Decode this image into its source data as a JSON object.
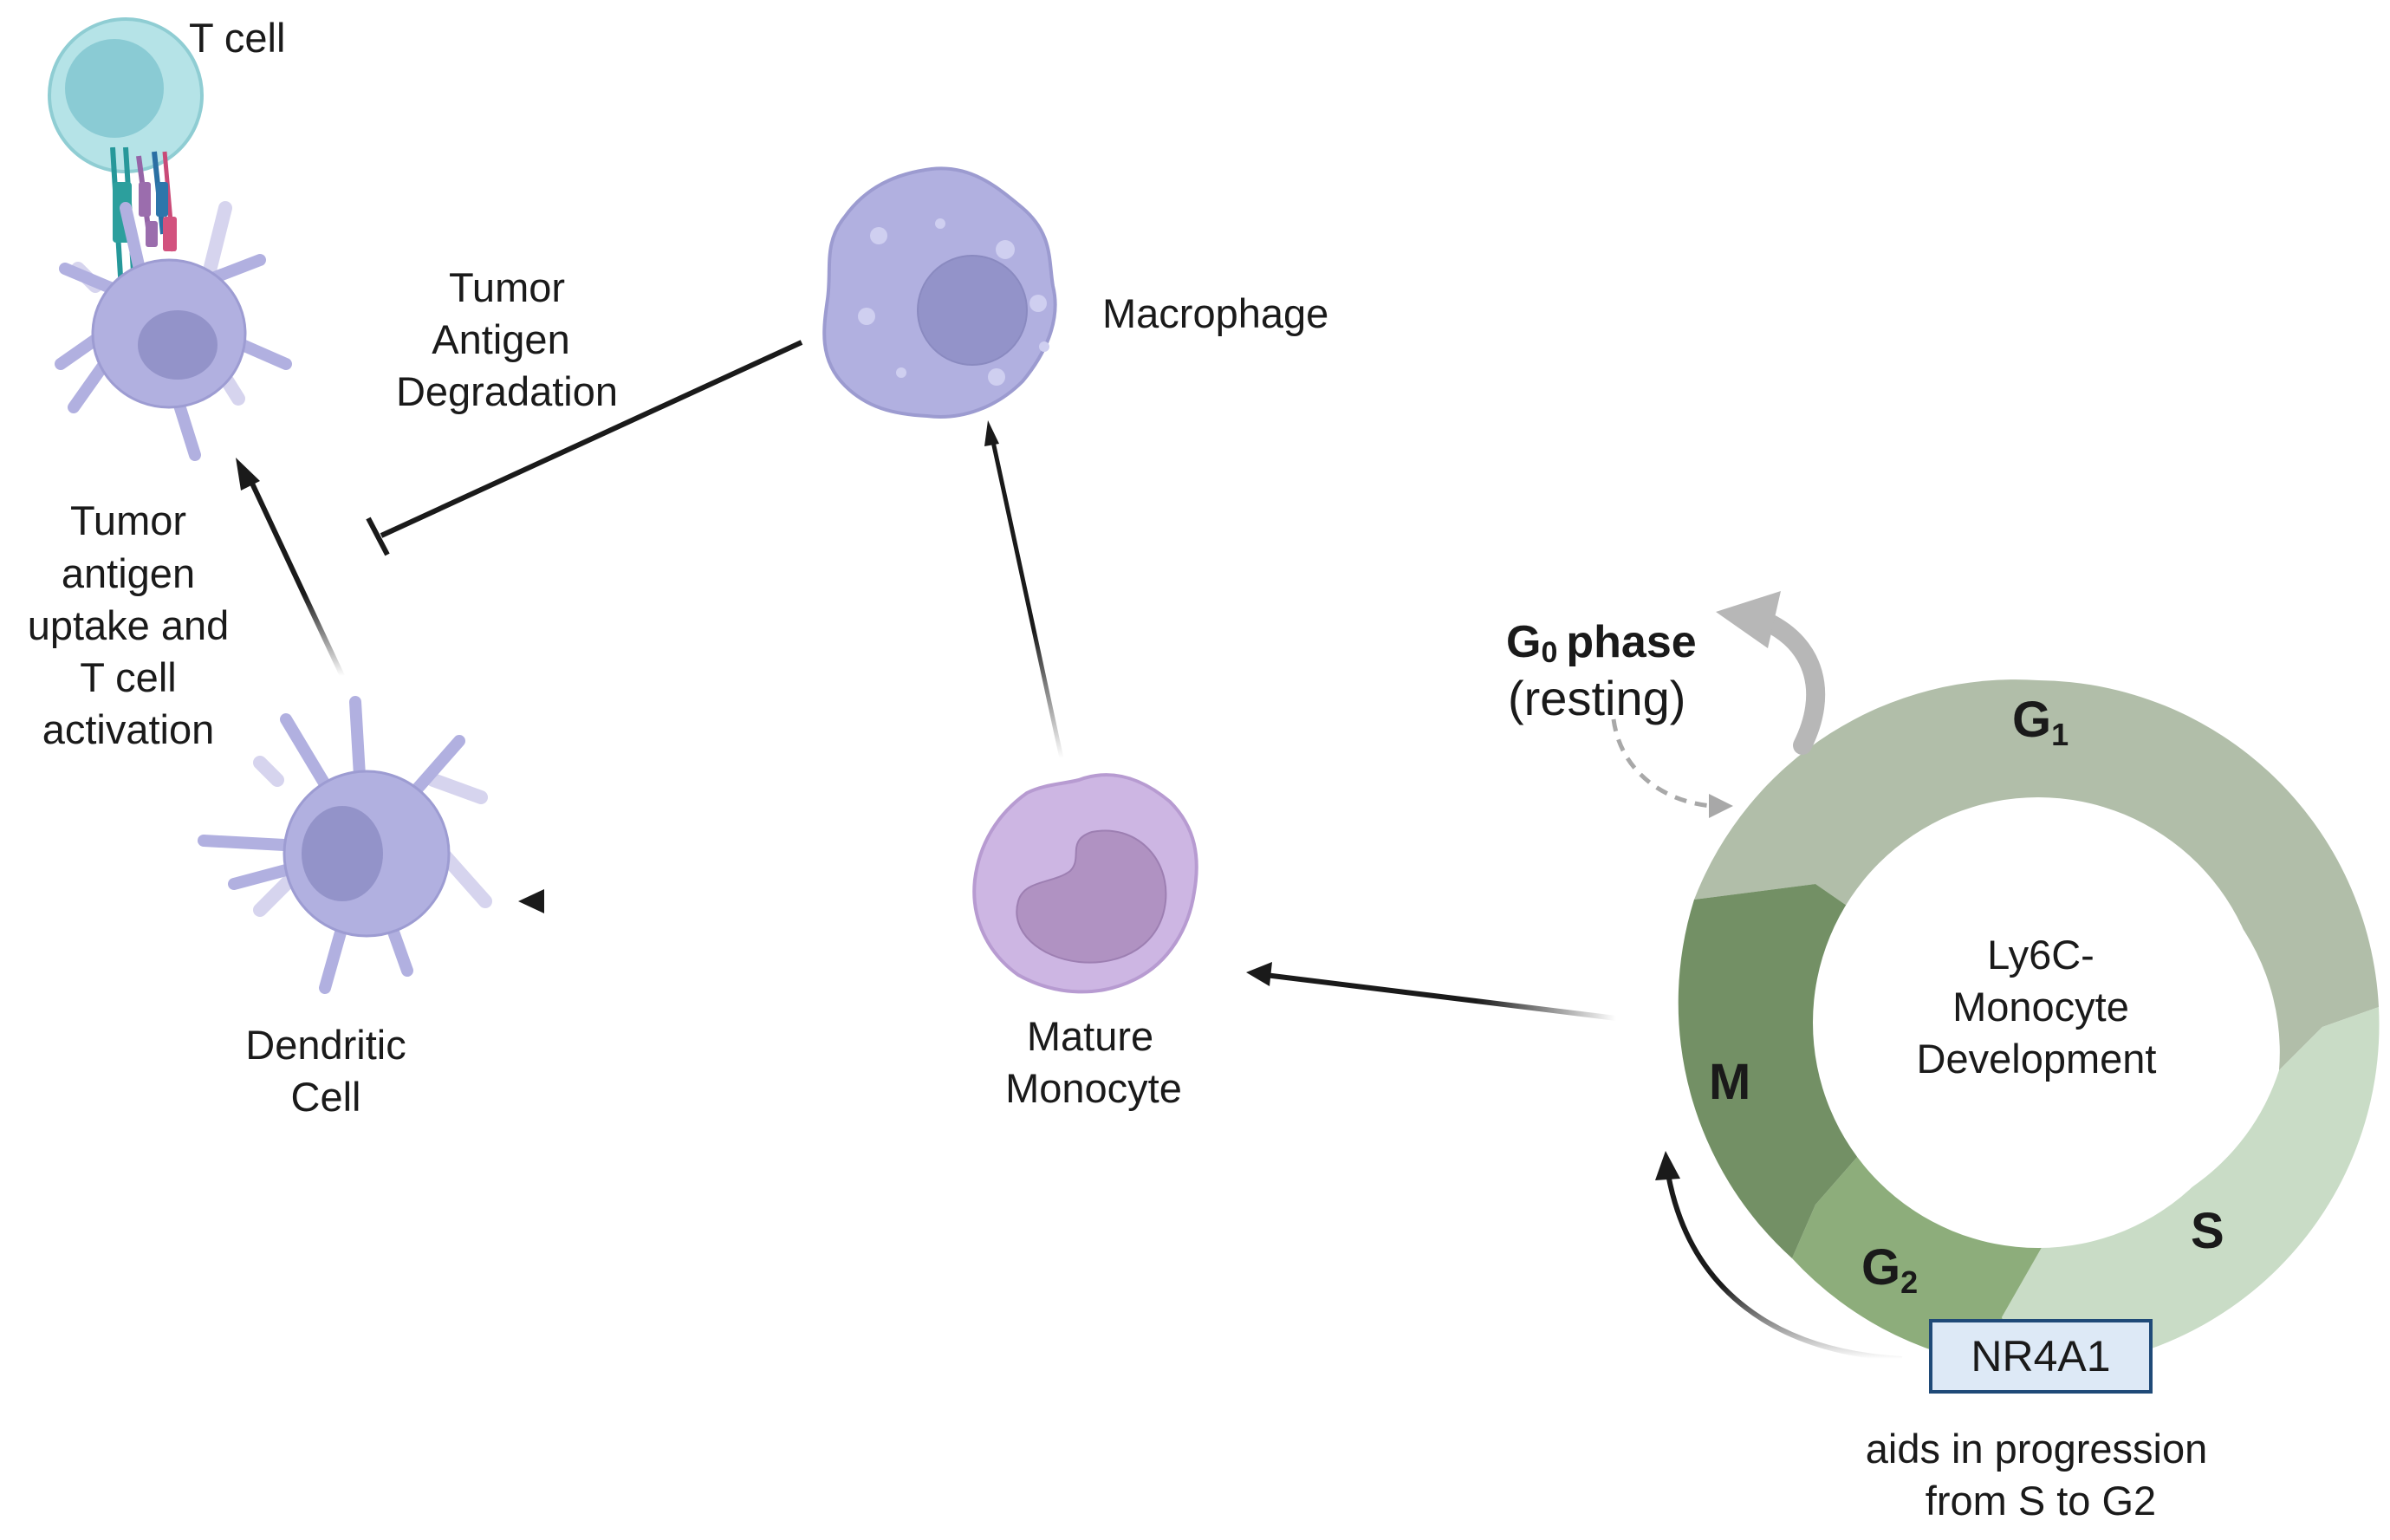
{
  "labels": {
    "t_cell": "T cell",
    "tumor_antigen_uptake": [
      "Tumor",
      "antigen",
      "uptake and",
      "T cell",
      "activation"
    ],
    "tumor_antigen_degradation": [
      "Tumor",
      "Antigen",
      "Degradation"
    ],
    "macrophage": "Macrophage",
    "dendritic_cell": [
      "Dendritic",
      "Cell"
    ],
    "mature_monocyte": [
      "Mature",
      "Monocyte"
    ]
  },
  "cycle": {
    "center": [
      "Ly6C-",
      "Monocyte",
      "Development"
    ],
    "g0_phase": "G",
    "g0_sub": "0",
    "g0_word": "phase",
    "resting": "(resting)",
    "g1": "G",
    "g1_sub": "1",
    "s": "S",
    "g2": "G",
    "g2_sub": "2",
    "m": "M",
    "colors": {
      "g1": "#b1bea9",
      "s": "#c9dcc6",
      "g2": "#8dad7b",
      "m": "#739065"
    }
  },
  "nr4a1": {
    "label": "NR4A1",
    "note": [
      "aids in progression",
      "from S to G2"
    ]
  },
  "colors": {
    "cell_purple": "#b1b0e0",
    "nucleus": "#9494c8",
    "monocyte": "#cdb6e3",
    "monocyte_nucleus": "#b092c2",
    "tcell": "#a9dee2",
    "arrow": "#1a1a1a"
  }
}
